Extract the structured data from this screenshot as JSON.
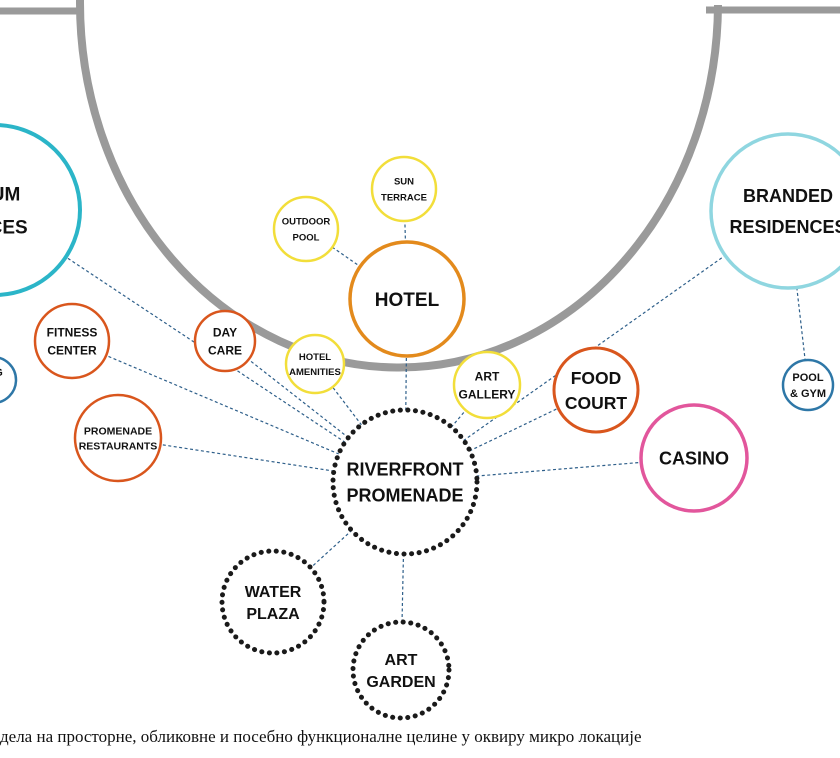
{
  "colors": {
    "teal": "#2bb5c8",
    "light_blue": "#8fd6e0",
    "orange": "#d9561d",
    "dark_orange": "#e38a1c",
    "yellow": "#f2de3a",
    "pink": "#e2569c",
    "blue": "#2e77a7",
    "dotted": "#1a1a1a",
    "connector": "#2e5f8a",
    "frame": "#9a9a9a"
  },
  "nodes": {
    "premium_residences": {
      "lines": [
        "MIUM",
        "ENCES"
      ]
    },
    "branded_residences": {
      "lines": [
        "BRANDED",
        "RESIDENCES"
      ]
    },
    "fitness_center": {
      "lines": [
        "FITNESS",
        "CENTER"
      ]
    },
    "partial_left": {
      "lines": [
        "ING",
        "E"
      ]
    },
    "promenade_restaurants": {
      "lines": [
        "PROMENADE",
        "RESTAURANTS"
      ]
    },
    "day_care": {
      "lines": [
        "DAY",
        "CARE"
      ]
    },
    "outdoor_pool": {
      "lines": [
        "OUTDOOR",
        "POOL"
      ]
    },
    "sun_terrace": {
      "lines": [
        "SUN",
        "TERRACE"
      ]
    },
    "hotel": {
      "lines": [
        "HOTEL"
      ]
    },
    "hotel_amenities": {
      "lines": [
        "HOTEL",
        "AMENITIES"
      ]
    },
    "art_gallery": {
      "lines": [
        "ART",
        "GALLERY"
      ]
    },
    "food_court": {
      "lines": [
        "FOOD",
        "COURT"
      ]
    },
    "casino": {
      "lines": [
        "CASINO"
      ]
    },
    "pool_gym": {
      "lines": [
        "POOL",
        "& GYM"
      ]
    },
    "riverfront_promenade": {
      "lines": [
        "RIVERFRONT",
        "PROMENADE"
      ]
    },
    "water_plaza": {
      "lines": [
        "WATER",
        "PLAZA"
      ]
    },
    "art_garden": {
      "lines": [
        "ART",
        "GARDEN"
      ]
    }
  },
  "caption": "дела на просторне, обликовне и посебно функционалне целине у оквиру микро локацијe"
}
